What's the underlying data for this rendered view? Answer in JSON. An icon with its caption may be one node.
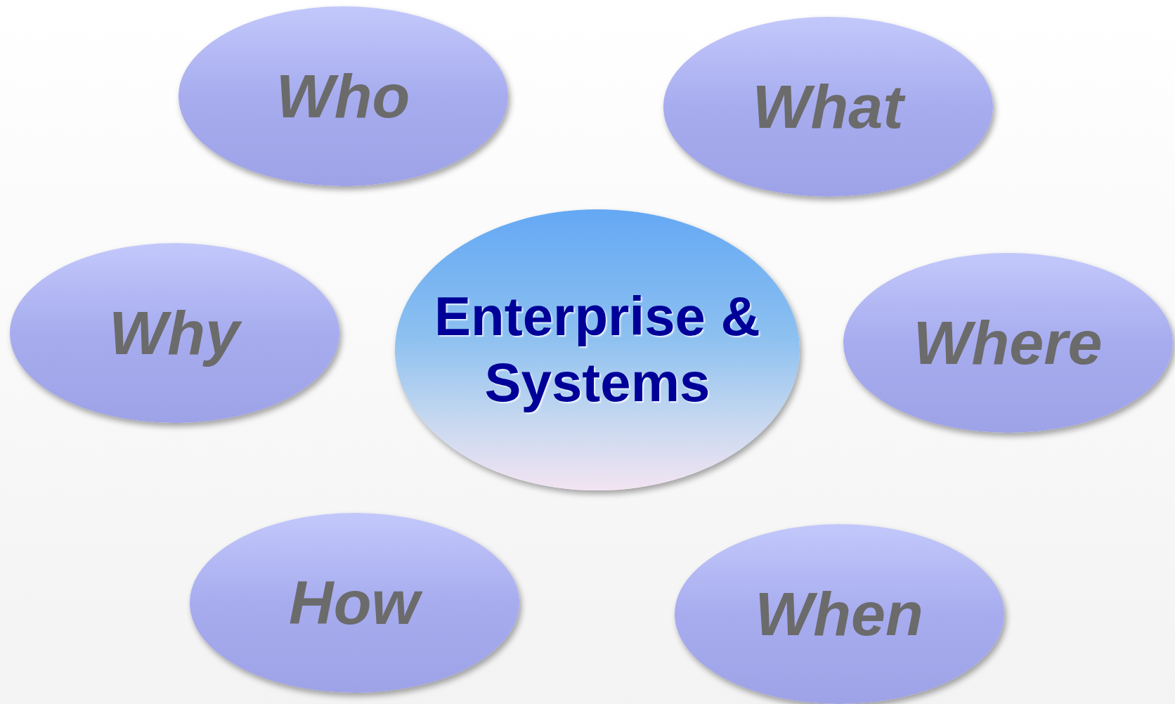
{
  "diagram": {
    "nodes": [
      {
        "text": [
          "Who"
        ]
      },
      {
        "text": [
          "What"
        ]
      },
      {
        "text": [
          "Why"
        ]
      },
      {
        "text": [
          "Enterprise & Systems"
        ]
      },
      {
        "text": [
          "Where"
        ]
      },
      {
        "text": [
          "How"
        ]
      },
      {
        "text": [
          "When"
        ]
      }
    ]
  }
}
